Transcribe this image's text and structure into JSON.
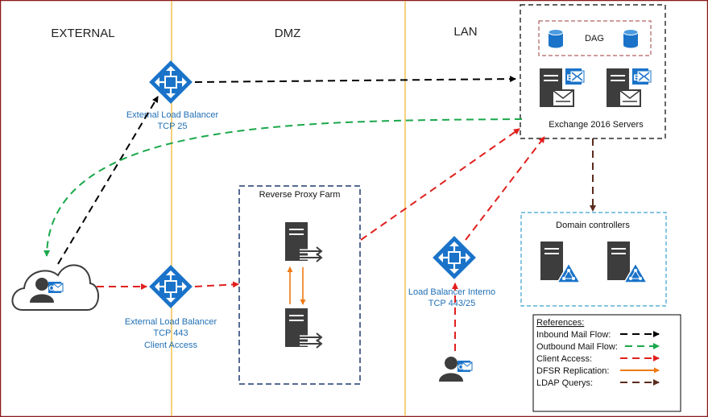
{
  "zones": {
    "external": "EXTERNAL",
    "dmz": "DMZ",
    "lan": "LAN"
  },
  "exchange": {
    "dag_label": "DAG",
    "servers_label": "Exchange 2016 Servers"
  },
  "domain_controllers": {
    "title": "Domain controllers"
  },
  "reverse_proxy": {
    "title": "Reverse Proxy Farm"
  },
  "load_balancers": {
    "ext_smtp": {
      "line1": "External Load Balancer",
      "line2": "TCP 25"
    },
    "ext_client": {
      "line1": "External Load Balancer",
      "line2": "TCP 443",
      "line3": "Client Access"
    },
    "internal": {
      "line1": "Load Balancer Interno",
      "line2": "TCP 443/25"
    }
  },
  "references": {
    "title": "References:",
    "items": [
      {
        "label": "Inbound Mail Flow:",
        "color": "#000000"
      },
      {
        "label": "Outbound Mail Flow:",
        "color": "#1aa84a"
      },
      {
        "label": "Client Access:",
        "color": "#e0201e"
      },
      {
        "label": "DFSR Replication:",
        "color": "#ee7a12"
      },
      {
        "label": "LDAP Querys:",
        "color": "#5b2c1e"
      }
    ]
  },
  "colors": {
    "frame": "#8b1a1a",
    "zone_divider": "#f2c24f",
    "lb_blue": "#1a73c9",
    "server_dark": "#3d3d3d",
    "dag_box": "#b06060",
    "dc_box": "#3aa0d0",
    "proxy_box": "#1f3a6e"
  },
  "icons": {
    "load_balancer": "load-balancer-icon",
    "server": "server-icon",
    "database": "database-icon",
    "exchange": "exchange-logo-icon",
    "outlook": "outlook-logo-icon",
    "user": "user-icon",
    "cloud": "cloud-icon"
  }
}
